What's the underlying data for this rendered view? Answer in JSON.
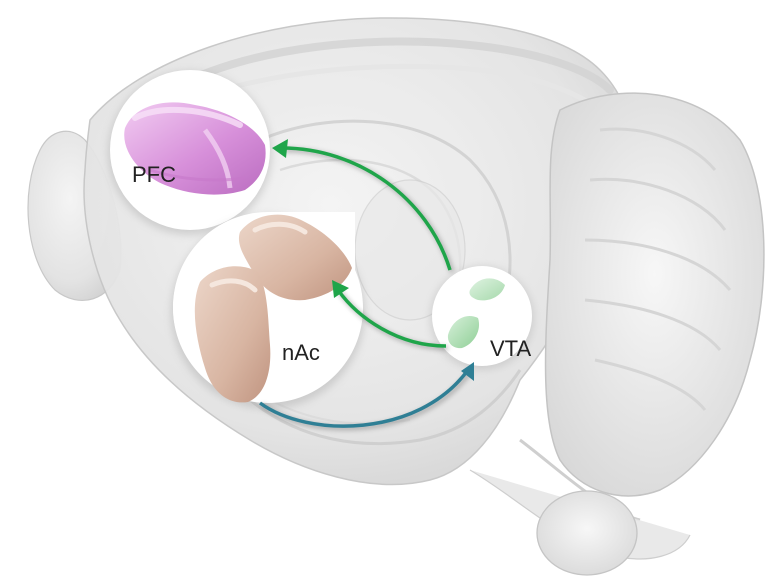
{
  "diagram": {
    "regions": {
      "pfc": {
        "label": "PFC",
        "color": "#d58ad8"
      },
      "nac": {
        "label": "nAc",
        "color": "#d8b5a2"
      },
      "vta": {
        "label": "VTA",
        "color": "#8fcf96"
      }
    },
    "pathways": {
      "vta_to_pfc": {
        "color": "#1fa54a"
      },
      "vta_to_nac": {
        "color": "#1fa54a"
      },
      "nac_to_vta": {
        "color": "#2f7f95"
      }
    }
  }
}
